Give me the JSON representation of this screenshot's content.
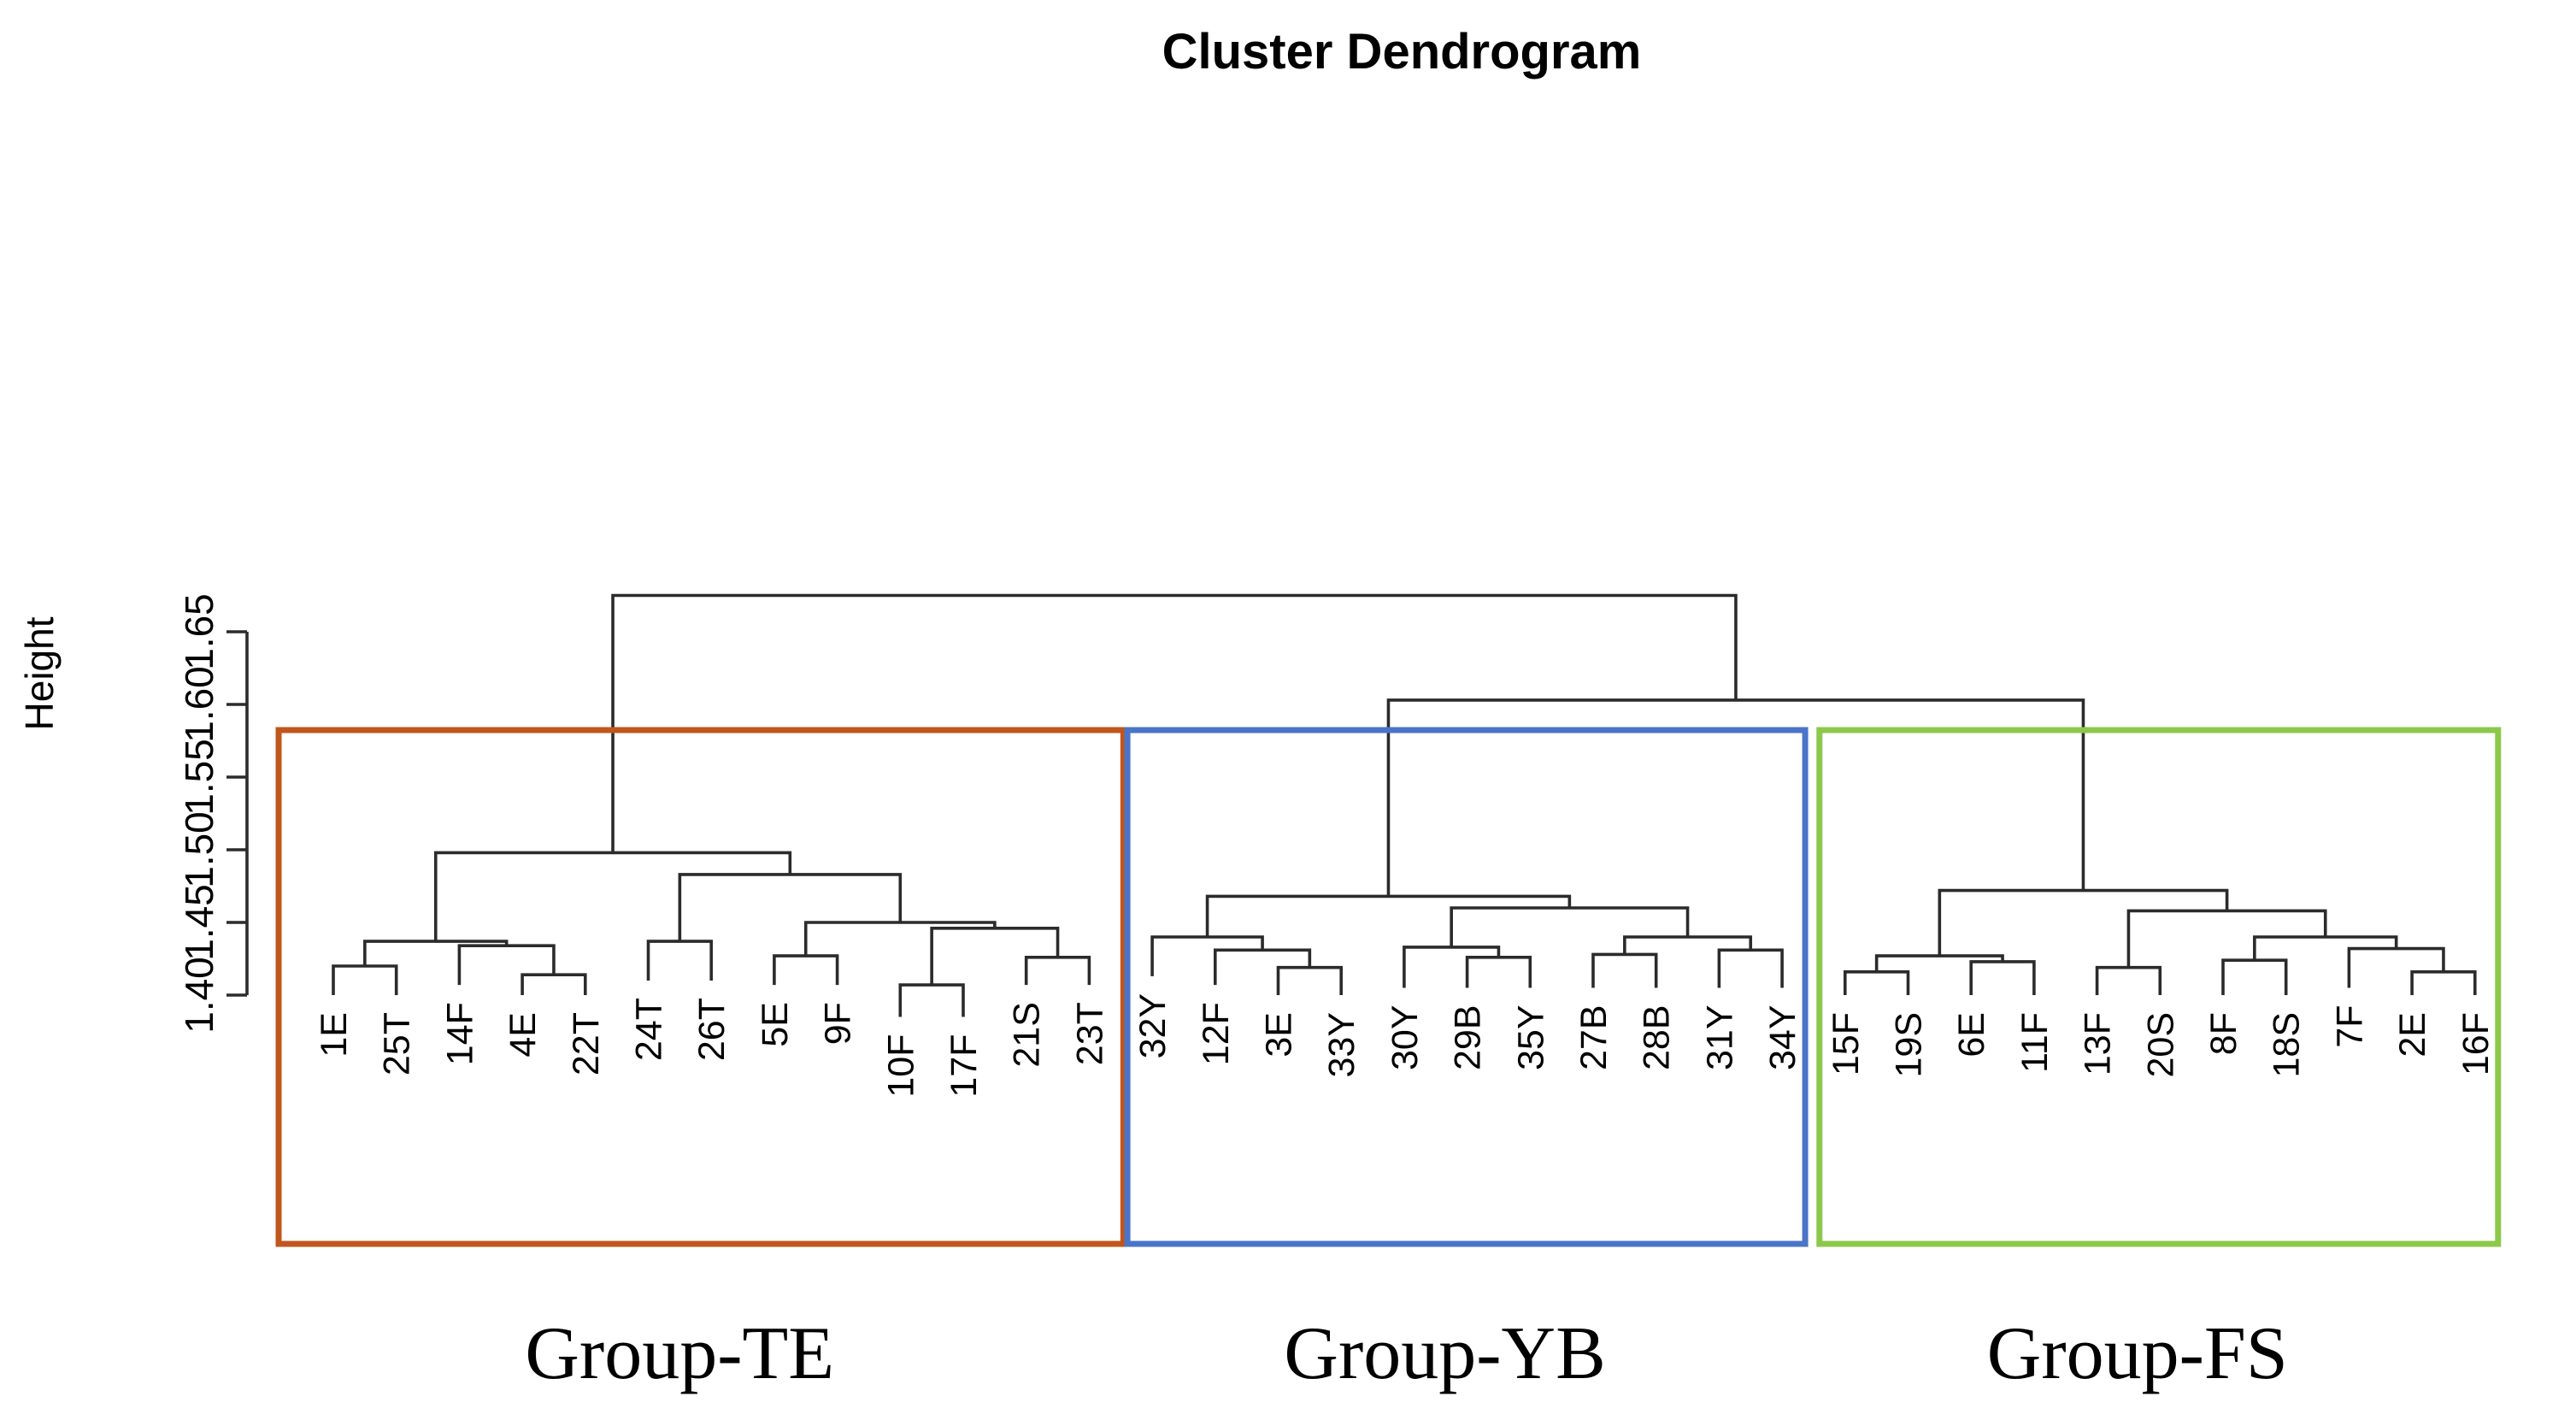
{
  "chart_data": {
    "type": "dendrogram",
    "title": "Cluster Dendrogram",
    "xlabel": "",
    "ylabel": "Height",
    "ylim": [
      1.38,
      1.68
    ],
    "yticks": [
      1.4,
      1.45,
      1.5,
      1.55,
      1.6,
      1.65
    ],
    "ytick_labels": [
      "1.40",
      "1.45",
      "1.50",
      "1.55",
      "1.60",
      "1.65"
    ],
    "grid": false,
    "leaves": [
      "1E",
      "25T",
      "14F",
      "4E",
      "22T",
      "24T",
      "26T",
      "5E",
      "9F",
      "10F",
      "17F",
      "21S",
      "23T",
      "32Y",
      "12F",
      "3E",
      "33Y",
      "30Y",
      "29B",
      "35Y",
      "27B",
      "28B",
      "31Y",
      "34Y",
      "15F",
      "19S",
      "6E",
      "11F",
      "13F",
      "20S",
      "8F",
      "18S",
      "7F",
      "2E",
      "16F"
    ],
    "leaf_heights": [
      1.4,
      1.4,
      1.407,
      1.4,
      1.4,
      1.41,
      1.41,
      1.407,
      1.407,
      1.385,
      1.385,
      1.407,
      1.407,
      1.413,
      1.407,
      1.4,
      1.4,
      1.405,
      1.405,
      1.405,
      1.405,
      1.405,
      1.405,
      1.405,
      1.4,
      1.4,
      1.4,
      1.4,
      1.4,
      1.4,
      1.4,
      1.4,
      1.405,
      1.4,
      1.4
    ],
    "merges": [
      {
        "left": "1E",
        "right": "25T",
        "height": 1.42
      },
      {
        "left": "4E",
        "right": "22T",
        "height": 1.414
      },
      {
        "left": "14F",
        "right": "(4E,22T)",
        "height": 1.434
      },
      {
        "left": "(1E,25T)",
        "right": "(14F,4E,22T)",
        "height": 1.437
      },
      {
        "left": "24T",
        "right": "26T",
        "height": 1.437
      },
      {
        "left": "5E",
        "right": "9F",
        "height": 1.427
      },
      {
        "left": "10F",
        "right": "17F",
        "height": 1.407
      },
      {
        "left": "21S",
        "right": "23T",
        "height": 1.426
      },
      {
        "left": "(10F,17F)",
        "right": "(21S,23T)",
        "height": 1.446
      },
      {
        "left": "(5E,9F)",
        "right": "(10F,17F,21S,23T)",
        "height": 1.45
      },
      {
        "left": "(24T,26T)",
        "right": "(5E,9F,10F,17F,21S,23T)",
        "height": 1.483
      },
      {
        "left": "(1E,25T,14F,4E,22T)",
        "right": "(24T,26T,5E,9F,10F,17F,21S,23T)",
        "height": 1.498
      },
      {
        "left": "3E",
        "right": "33Y",
        "height": 1.419
      },
      {
        "left": "12F",
        "right": "(3E,33Y)",
        "height": 1.431
      },
      {
        "left": "32Y",
        "right": "(12F,3E,33Y)",
        "height": 1.44
      },
      {
        "left": "29B",
        "right": "35Y",
        "height": 1.426
      },
      {
        "left": "30Y",
        "right": "(29B,35Y)",
        "height": 1.433
      },
      {
        "left": "27B",
        "right": "28B",
        "height": 1.428
      },
      {
        "left": "31Y",
        "right": "34Y",
        "height": 1.431
      },
      {
        "left": "(27B,28B)",
        "right": "(31Y,34Y)",
        "height": 1.44
      },
      {
        "left": "(30Y,29B,35Y)",
        "right": "(27B,28B,31Y,34Y)",
        "height": 1.46
      },
      {
        "left": "(32Y,12F,3E,33Y)",
        "right": "(30Y,29B,35Y,27B,28B,31Y,34Y)",
        "height": 1.468
      },
      {
        "left": "15F",
        "right": "19S",
        "height": 1.416
      },
      {
        "left": "6E",
        "right": "11F",
        "height": 1.423
      },
      {
        "left": "(15F,19S)",
        "right": "(6E,11F)",
        "height": 1.427
      },
      {
        "left": "13F",
        "right": "20S",
        "height": 1.419
      },
      {
        "left": "8F",
        "right": "18S",
        "height": 1.424
      },
      {
        "left": "2E",
        "right": "16F",
        "height": 1.416
      },
      {
        "left": "7F",
        "right": "(2E,16F)",
        "height": 1.432
      },
      {
        "left": "(8F,18S)",
        "right": "(7F,2E,16F)",
        "height": 1.44
      },
      {
        "left": "(13F,20S)",
        "right": "(8F,18S,7F,2E,16F)",
        "height": 1.458
      },
      {
        "left": "(15F,19S,6E,11F)",
        "right": "(13F,20S,8F,18S,7F,2E,16F)",
        "height": 1.472
      },
      {
        "left": "Group-YB",
        "right": "Group-FS",
        "height": 1.603
      },
      {
        "left": "Group-TE",
        "right": "(Group-YB,Group-FS)",
        "height": 1.675
      }
    ],
    "groups": [
      {
        "label": "Group-TE",
        "color": "#c0561c",
        "leaves": [
          "1E",
          "25T",
          "14F",
          "4E",
          "22T",
          "24T",
          "26T",
          "5E",
          "9F",
          "10F",
          "17F",
          "21S",
          "23T"
        ]
      },
      {
        "label": "Group-YB",
        "color": "#4a74c8",
        "leaves": [
          "32Y",
          "12F",
          "3E",
          "33Y",
          "30Y",
          "29B",
          "35Y",
          "27B",
          "28B",
          "31Y",
          "34Y"
        ]
      },
      {
        "label": "Group-FS",
        "color": "#8cc84a",
        "leaves": [
          "15F",
          "19S",
          "6E",
          "11F",
          "13F",
          "20S",
          "8F",
          "18S",
          "7F",
          "2E",
          "16F"
        ]
      }
    ]
  }
}
